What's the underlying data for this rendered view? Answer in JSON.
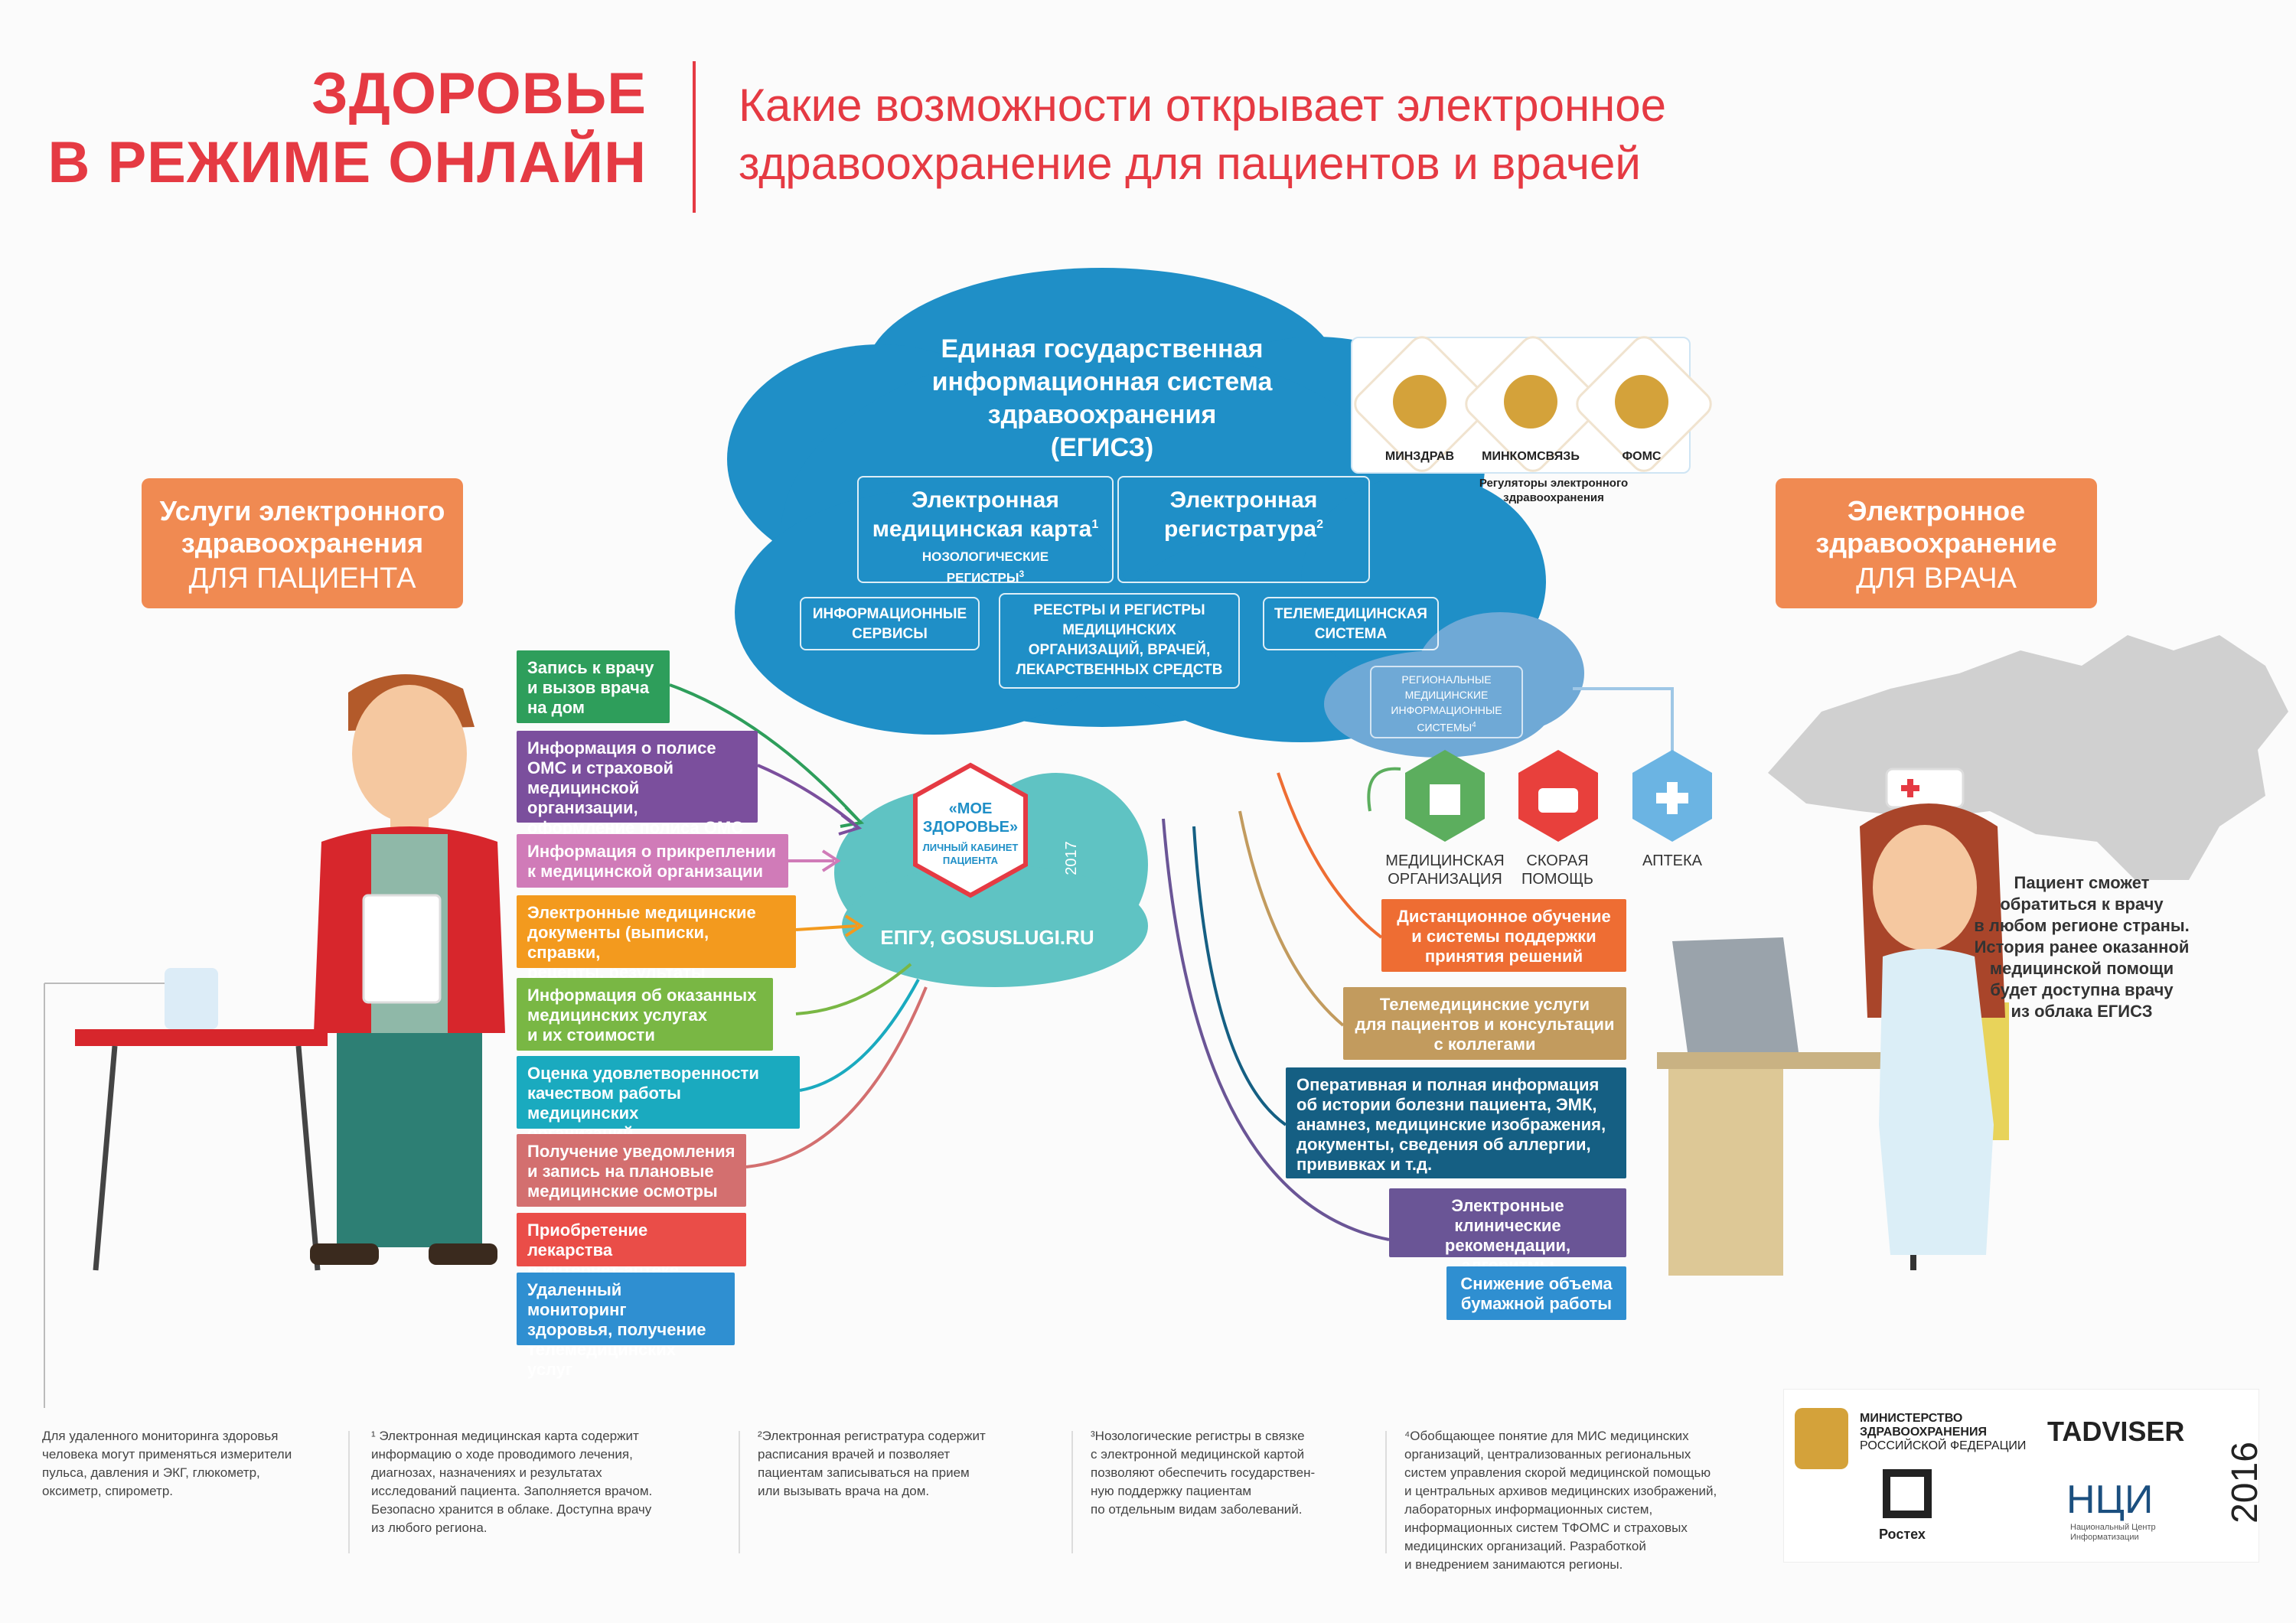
{
  "header": {
    "title_line1": "ЗДОРОВЬЕ",
    "title_line2": "В РЕЖИМЕ ОНЛАЙН",
    "subtitle_line1": "Какие возможности открывает электронное",
    "subtitle_line2": "здравоохранение для пациентов и врачей"
  },
  "patient_box": {
    "line1": "Услуги электронного",
    "line2": "здравоохранения",
    "line3": "ДЛЯ ПАЦИЕНТА"
  },
  "doctor_box": {
    "line1": "Электронное",
    "line2": "здравоохранение",
    "line3": "ДЛЯ ВРАЧА"
  },
  "cloud": {
    "title1": "Единая государственная",
    "title2": "информационная система",
    "title3": "здравоохранения",
    "title4": "(ЕГИСЗ)",
    "emk1": "Электронная",
    "emk2": "медицинская карта",
    "emk_sup": "1",
    "emk_sub1": "НОЗОЛОГИЧЕСКИЕ",
    "emk_sub2": "РЕГИСТРЫ",
    "emk_sub_sup": "3",
    "reg1": "Электронная",
    "reg2": "регистратура",
    "reg_sup": "2",
    "info1": "ИНФОРМАЦИОННЫЕ",
    "info2": "СЕРВИСЫ",
    "reestr1": "РЕЕСТРЫ И РЕГИСТРЫ",
    "reestr2": "МЕДИЦИНСКИХ",
    "reestr3": "ОРГАНИЗАЦИЙ, ВРАЧЕЙ,",
    "reestr4": "ЛЕКАРСТВЕННЫХ СРЕДСТВ",
    "tele1": "ТЕЛЕМЕДИЦИНСКАЯ",
    "tele2": "СИСТЕМА",
    "regional1": "РЕГИОНАЛЬНЫЕ",
    "regional2": "МЕДИЦИНСКИЕ",
    "regional3": "ИНФОРМАЦИОННЫЕ",
    "regional4": "СИСТЕМЫ",
    "regional_sup": "4"
  },
  "regulators": {
    "items": [
      "МИНЗДРАВ",
      "МИНКОМСВЯЗЬ",
      "ФОМС"
    ],
    "caption1": "Регуляторы электронного",
    "caption2": "здравоохранения"
  },
  "small_cloud": {
    "badge1": "«МОЕ",
    "badge2": "ЗДОРОВЬЕ»",
    "badge3": "ЛИЧНЫЙ КАБИНЕТ",
    "badge4": "ПАЦИЕНТА",
    "year": "2017",
    "portal": "ЕПГУ, GOSUSLUGI.RU"
  },
  "patient_services": [
    {
      "text": "Запись к врачу\nи вызов врача\nна дом",
      "color": "#2e9e5b"
    },
    {
      "text": "Информация о полисе\nОМС и страховой\nмедицинской организации,\nоформление полиса ОМС",
      "color": "#7b4f9d"
    },
    {
      "text": "Информация о прикреплении\nк медицинской организации",
      "color": "#d07bb8"
    },
    {
      "text": "Электронные медицинские\nдокументы (выписки, справки,\nрецепты, результаты анализов)",
      "color": "#f39a1e"
    },
    {
      "text": "Информация об оказанных\nмедицинских услугах\nи их стоимости",
      "color": "#79b744"
    },
    {
      "text": "Оценка удовлетворенности\nкачеством работы медицинских\nорганизаций",
      "color": "#1aaabf"
    },
    {
      "text": "Получение уведомления\nи запись на плановые\nмедицинские осмотры",
      "color": "#d36f6f"
    },
    {
      "text": "Приобретение лекарства\nв интернет-аптеке",
      "color": "#ea4d48"
    },
    {
      "text": "Удаленный мониторинг\nздоровья, получение\nтелемедицинских услуг",
      "color": "#2f8fd1"
    }
  ],
  "doctor_services": [
    {
      "text": "Дистанционное обучение\nи системы поддержки\nпринятия решений",
      "color": "#ee6d33"
    },
    {
      "text": "Телемедицинские услуги\nдля пациентов и консультации\nс коллегами",
      "color": "#c29b5e"
    },
    {
      "text": "Оперативная и полная информация\nоб истории болезни пациента, ЭМК,\nанамнез, медицинские изображения,\nдокументы, сведения об аллергии,\nпрививках и т.д.",
      "color": "#155f83"
    },
    {
      "text": "Электронные клинические\nрекомендации, алгоритмы\nлечения",
      "color": "#6a5596"
    },
    {
      "text": "Снижение объема\nбумажной работы",
      "color": "#2f8fd1"
    }
  ],
  "facilities": [
    {
      "label1": "МЕДИЦИНСКАЯ",
      "label2": "ОРГАНИЗАЦИЯ",
      "color": "#5cae5e"
    },
    {
      "label1": "СКОРАЯ",
      "label2": "ПОМОЩЬ",
      "color": "#e8403c"
    },
    {
      "label1": "АПТЕКА",
      "label2": "",
      "color": "#6bb4e3"
    }
  ],
  "doctor_note": "Пациент сможет\nобратиться к врачу\nв любом регионе страны.\nИстория ранее оказанной\nмедицинской помощи\nбудет доступна врачу\nиз облака ЕГИСЗ",
  "footnotes": [
    "Для удаленного мониторинга здоровья\nчеловека могут применяться измерители\nпульса, давления и ЭКГ, глюкометр,\nоксиметр, спирометр.",
    "¹ Электронная медицинская карта содержит\nинформацию о ходе проводимого лечения,\nдиагнозах, назначениях и результатах\nисследований пациента. Заполняется врачом.\nБезопасно хранится в облаке. Доступна врачу\nиз любого региона.",
    "²Электронная регистратура содержит\nрасписания врачей и позволяет\nпациентам записываться на прием\nили вызывать врача на дом.",
    "³Нозологические регистры в связке\nс электронной медицинской картой\nпозволяют обеспечить государствен-\nную поддержку пациентам\nпо отдельным видам заболеваний.",
    "⁴Обобщающее понятие для МИС медицинских\nорганизаций, централизованных региональных\nсистем управления скорой медицинской помощью\nи центральных архивов медицинских изображений,\nлабораторных информационных систем,\nинформационных систем ТФОМС и страховых\nмедицинских организаций. Разработкой\nи внедрением занимаются регионы."
  ],
  "logos": {
    "ministry1": "МИНИСТЕРСТВО",
    "ministry2": "ЗДРАВООХРАНЕНИЯ",
    "ministry3": "РОССИЙСКОЙ ФЕДЕРАЦИИ",
    "tadviser": "TADVISER",
    "rostec": "Ростех",
    "nci": "НЦИ",
    "nci_sub1": "Национальный Центр",
    "nci_sub2": "Информатизации",
    "year": "2016"
  },
  "colors": {
    "accent": "#e53a43",
    "cloud": "#1f8fc7",
    "cloud_dark": "#176fa0",
    "small_cloud": "#5fc3c3",
    "orange": "#f08a52"
  }
}
